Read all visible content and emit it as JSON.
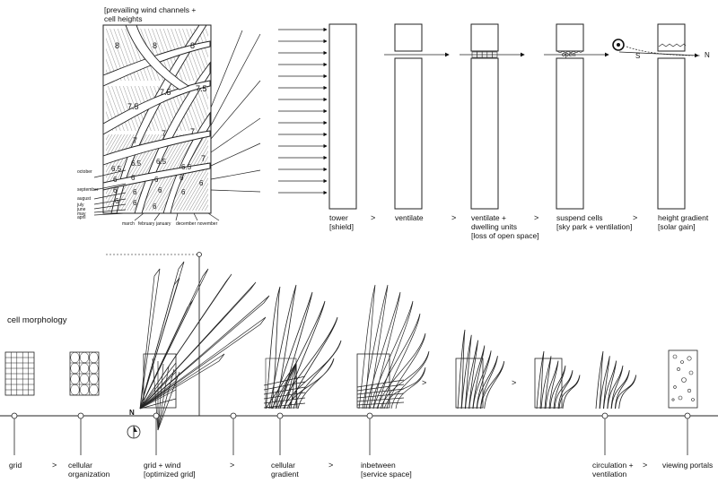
{
  "wind_diagram": {
    "title_line1": "[prevailing wind channels +",
    "title_line2": "cell heights",
    "heights": [
      "8",
      "8",
      "8",
      "7.5",
      "7.5",
      "7.5",
      "7",
      "7",
      "7",
      "7",
      "6.5",
      "6.5",
      "6.5",
      "6.5",
      "6",
      "6",
      "6",
      "6",
      "6",
      "6",
      "6",
      "6",
      "6",
      "6",
      "6",
      "6"
    ],
    "months_left": [
      "october",
      "september",
      "august",
      "july",
      "june",
      "may",
      "april"
    ],
    "months_bottom": [
      "march",
      "february",
      "january",
      "december",
      "november"
    ]
  },
  "tower_steps": [
    {
      "line1": "tower",
      "line2": "[shield]",
      "line3": ""
    },
    {
      "line1": "ventilate",
      "line2": "",
      "line3": ""
    },
    {
      "line1": "ventilate +",
      "line2": "dwelling units",
      "line3": "[loss of open space]"
    },
    {
      "line1": "suspend cells",
      "line2": "[sky park + ventilation]",
      "line3": ""
    },
    {
      "line1": "height gradient",
      "line2": "[solar gain]",
      "line3": ""
    }
  ],
  "tower_labels": {
    "open": "open",
    "south": "S",
    "north": "N"
  },
  "separator": ">",
  "cell_morphology": {
    "title": "cell morphology",
    "north": "N",
    "steps": [
      {
        "line1": "grid",
        "line2": ""
      },
      {
        "line1": "cellular",
        "line2": "organization"
      },
      {
        "line1": "grid + wind",
        "line2": "[optimized grid]"
      },
      {
        "line1": "cellular",
        "line2": "gradient"
      },
      {
        "line1": "inbetween",
        "line2": "[service space]"
      },
      {
        "line1": "circulation +",
        "line2": "ventilation"
      },
      {
        "line1": "viewing portals",
        "line2": ""
      }
    ]
  }
}
